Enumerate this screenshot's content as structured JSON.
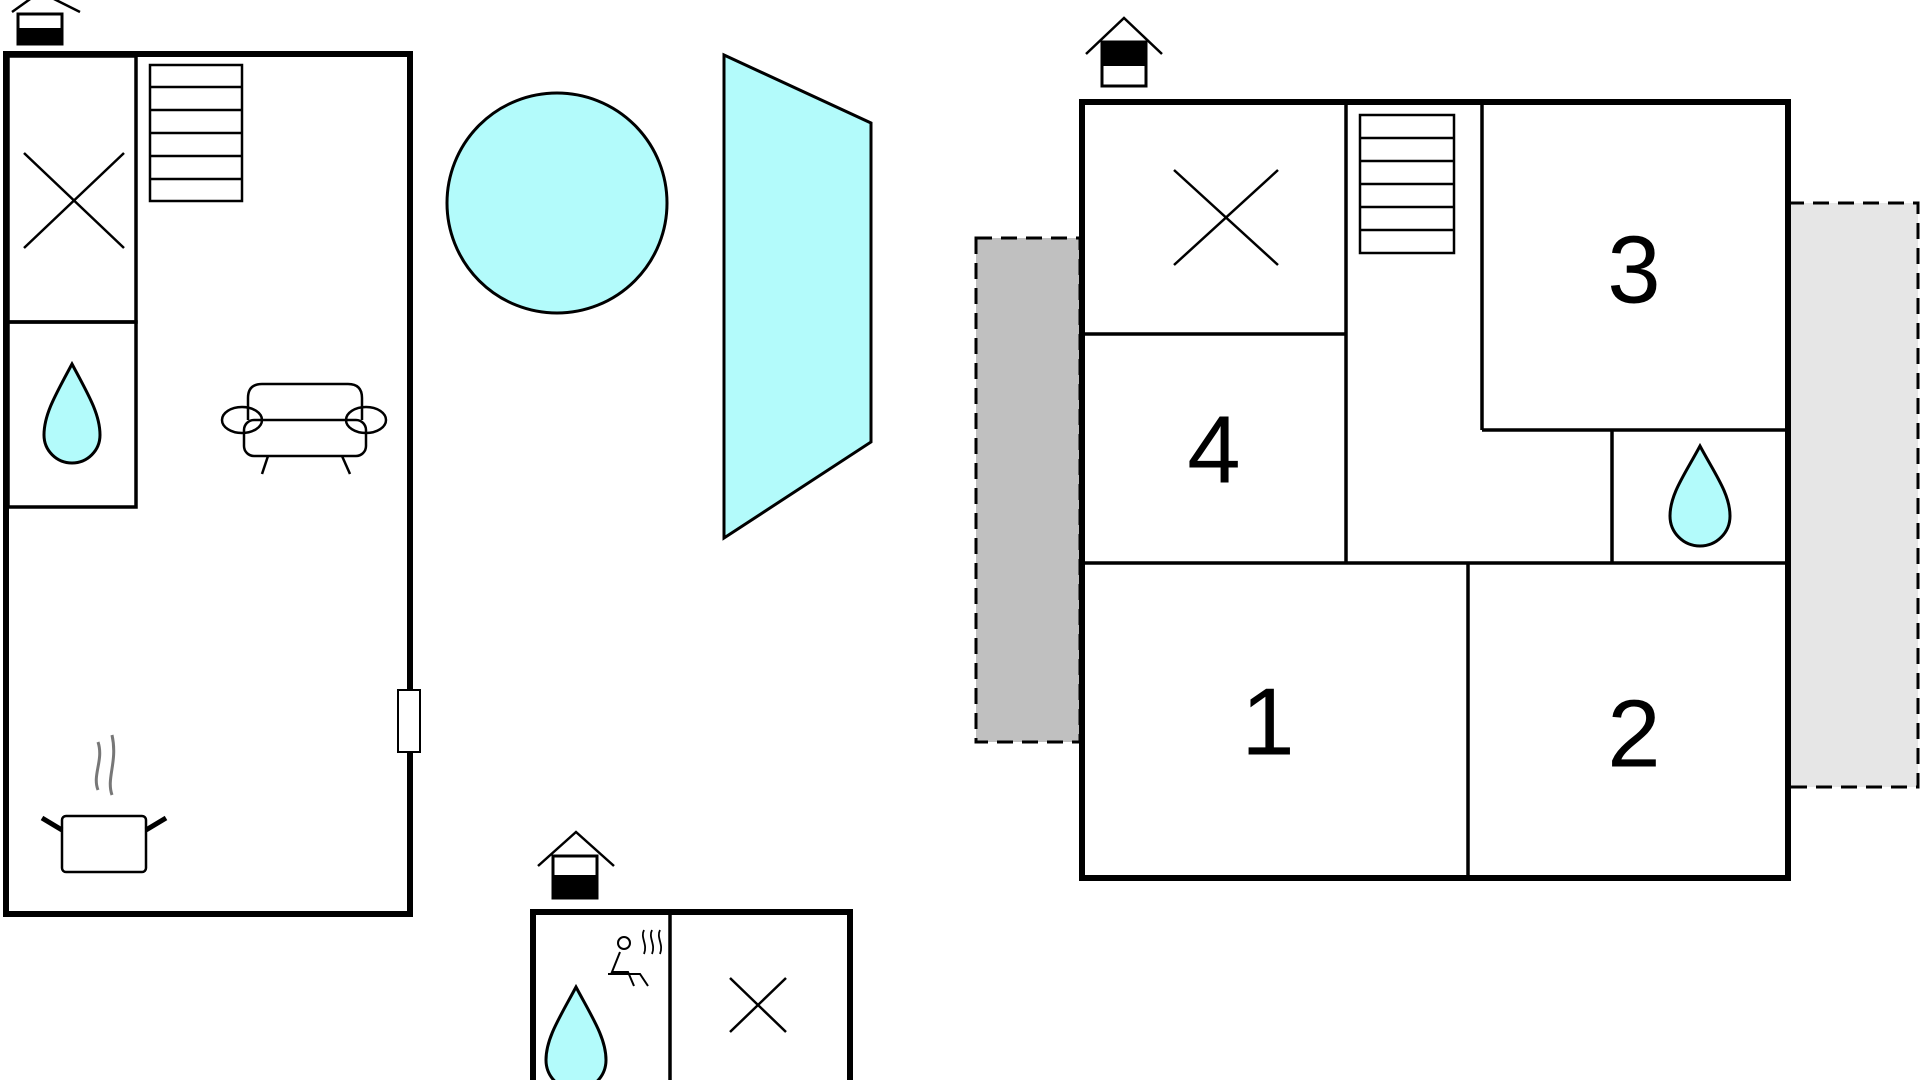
{
  "colors": {
    "water": "#b3fbfb",
    "terrace_dark": "#c0c0c0",
    "terrace_light": "#e6e6e6",
    "line": "#000000"
  },
  "rooms": {
    "room_1": "1",
    "room_2": "2",
    "room_3": "3",
    "room_4": "4"
  },
  "icons": [
    "entrance-icon",
    "stairs-icon",
    "toilet-cross-icon",
    "water-drop-icon",
    "sofa-icon",
    "cooking-pot-icon",
    "door-icon",
    "sauna-icon",
    "pool-round-icon",
    "pool-trapezoid-icon"
  ]
}
